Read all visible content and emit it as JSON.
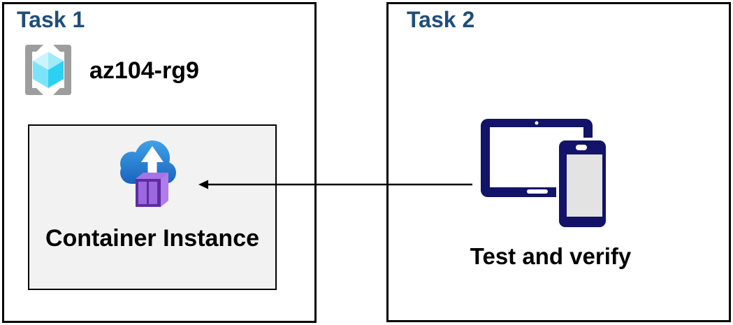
{
  "task1": {
    "title": "Task 1",
    "resource_group": {
      "name": "az104-rg9",
      "icon": "resource-group-icon"
    },
    "container_card": {
      "label": "Container Instance",
      "icon": "container-instance-icon"
    }
  },
  "task2": {
    "title": "Task 2",
    "devices_icon": "tablet-and-phone-icon",
    "label": "Test and verify"
  },
  "connector": {
    "type": "arrow",
    "direction": "right-to-left",
    "from": "task2-devices",
    "to": "container-instance-card"
  },
  "colors": {
    "task_title": "#1F4E79",
    "box_border": "#000000",
    "card_background": "#F2F2F2",
    "text": "#000000",
    "device_navy": "#131369",
    "device_screen_gray": "#E3E3E3",
    "cloud_blue_top": "#3FA2E9",
    "cloud_blue_bottom": "#1A63BC",
    "container_purple_front": "#5C2CA3",
    "container_purple_panel": "#9C67DF",
    "container_purple_top": "#A873E6",
    "container_purple_side": "#B17CEB",
    "cube_cyan_top_left": "#CCF4FD",
    "cube_cyan_top_right": "#A0EBFB",
    "cube_cyan_left": "#7CE4F9",
    "cube_cyan_right": "#2ED0F2",
    "bracket_gray": "#9D9D9D"
  }
}
